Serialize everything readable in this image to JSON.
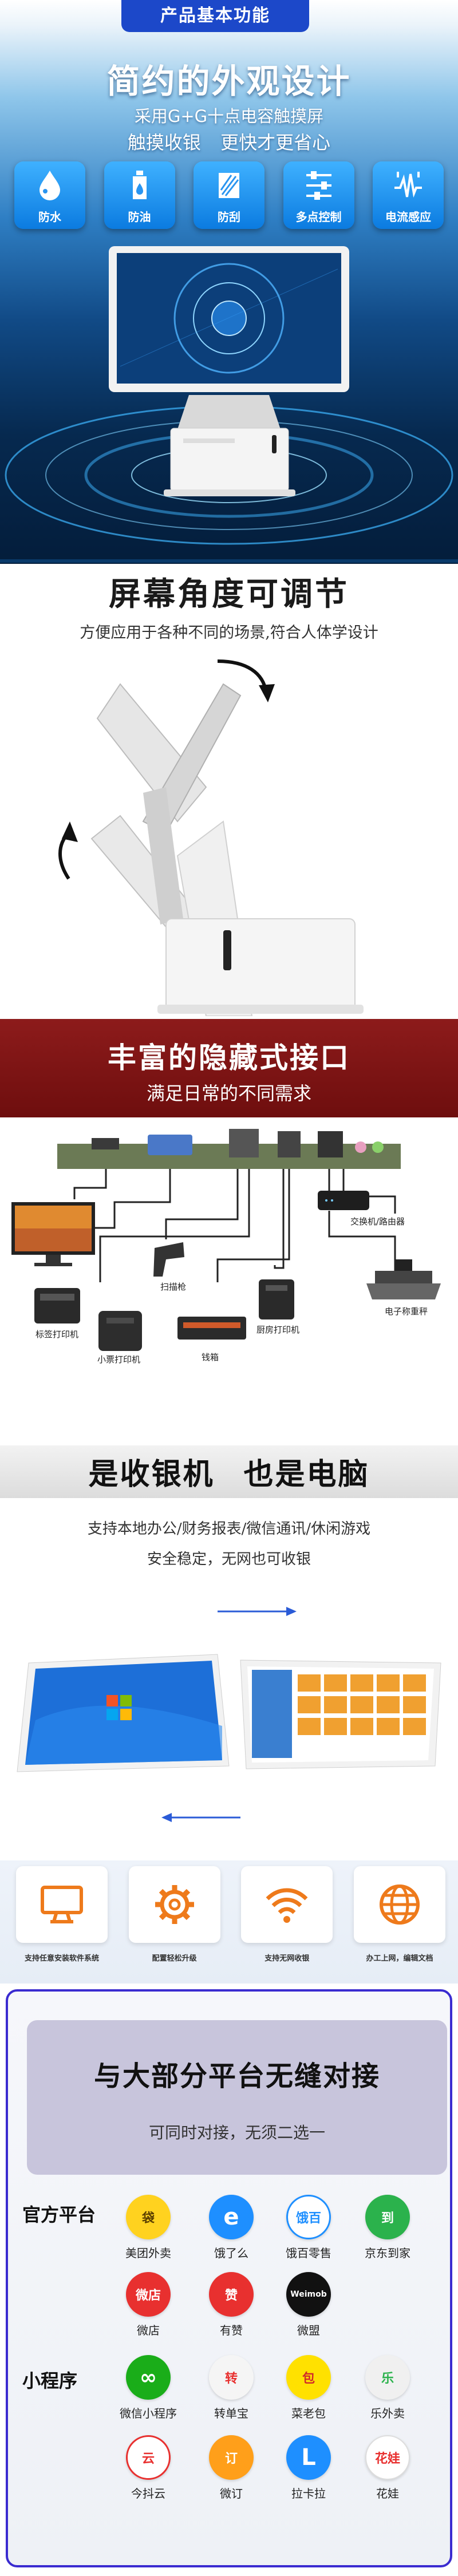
{
  "hero": {
    "badge": "产品基本功能",
    "title": "简约的外观设计",
    "sub1": "采用G+G十点电容触摸屏",
    "sub2": "触摸收银 更快才更省心",
    "features": [
      {
        "label": "防水",
        "icon": "water-drop-icon"
      },
      {
        "label": "防油",
        "icon": "oil-bottle-icon"
      },
      {
        "label": "防刮",
        "icon": "scratch-icon"
      },
      {
        "label": "多点控制",
        "icon": "sliders-icon"
      },
      {
        "label": "电流感应",
        "icon": "current-sensor-icon"
      }
    ]
  },
  "angle": {
    "title": "屏幕角度可调节",
    "subtitle": "方便应用于各种不同的场景,符合人体学设计"
  },
  "interfaces": {
    "title": "丰富的隐藏式接口",
    "subtitle": "满足日常的不同需求",
    "devices": {
      "scanner": "扫描枪",
      "label_printer": "标签打印机",
      "ticket_printer": "小票打印机",
      "cash_drawer": "钱箱",
      "kitchen_printer": "厨房打印机",
      "switch_router": "交换机/路由器",
      "scale": "电子称重秤"
    }
  },
  "pos_pc": {
    "title": "是收银机 也是电脑",
    "sub1": "支持本地办公/财务报表/微信通讯/休闲游戏",
    "sub2": "安全稳定，无网也可收银"
  },
  "capabilities": [
    {
      "label": "支持任意安装软件系统",
      "icon": "monitor-icon"
    },
    {
      "label": "配置轻松升级",
      "icon": "gear-icon"
    },
    {
      "label": "支持无网收银",
      "icon": "wifi-icon"
    },
    {
      "label": "办工上网，编辑文档",
      "icon": "globe-icon"
    }
  ],
  "platforms": {
    "title": "与大部分平台无缝对接",
    "subtitle": "可同时对接，无须二选一",
    "official_title": "官方平台",
    "official": [
      {
        "label": "美团外卖",
        "icon": "meituan-kangaroo-icon",
        "glyph": "袋",
        "color": "#ffd21f"
      },
      {
        "label": "饿了么",
        "icon": "eleme-icon",
        "glyph": "e",
        "color": "#1e8fff"
      },
      {
        "label": "饿百零售",
        "icon": "ebai-icon",
        "glyph": "饿百",
        "color": "#1e8fff"
      },
      {
        "label": "京东到家",
        "icon": "jddj-icon",
        "glyph": "到",
        "color": "#2bb24c"
      },
      {
        "label": "微店",
        "icon": "weidian-icon",
        "glyph": "微店",
        "color": "#e8302f"
      },
      {
        "label": "有赞",
        "icon": "youzan-icon",
        "glyph": "赞",
        "color": "#e8302f"
      },
      {
        "label": "微盟",
        "icon": "weimob-icon",
        "glyph": "Weimob",
        "color": "#111111"
      }
    ],
    "mini_title": "小程序",
    "mini": [
      {
        "label": "微信小程序",
        "icon": "wechat-miniprogram-icon",
        "glyph": "∞",
        "color": "#1aad19"
      },
      {
        "label": "转单宝",
        "icon": "zhuandanbao-icon",
        "glyph": "转",
        "color": "#f5f5f5"
      },
      {
        "label": "菜老包",
        "icon": "cailaobao-icon",
        "glyph": "包",
        "color": "#ffe100"
      },
      {
        "label": "乐外卖",
        "icon": "lewaimai-icon",
        "glyph": "乐",
        "color": "#f0f0f0"
      },
      {
        "label": "今抖云",
        "icon": "jindouyun-icon",
        "glyph": "云",
        "color": "#e8302f"
      },
      {
        "label": "微订",
        "icon": "weiding-icon",
        "glyph": "订",
        "color": "#ff9f1a"
      },
      {
        "label": "拉卡拉",
        "icon": "lakala-icon",
        "glyph": "L",
        "color": "#1e8fff"
      },
      {
        "label": "花娃",
        "icon": "huawa-icon",
        "glyph": "花娃",
        "color": "#ffffff"
      }
    ]
  }
}
